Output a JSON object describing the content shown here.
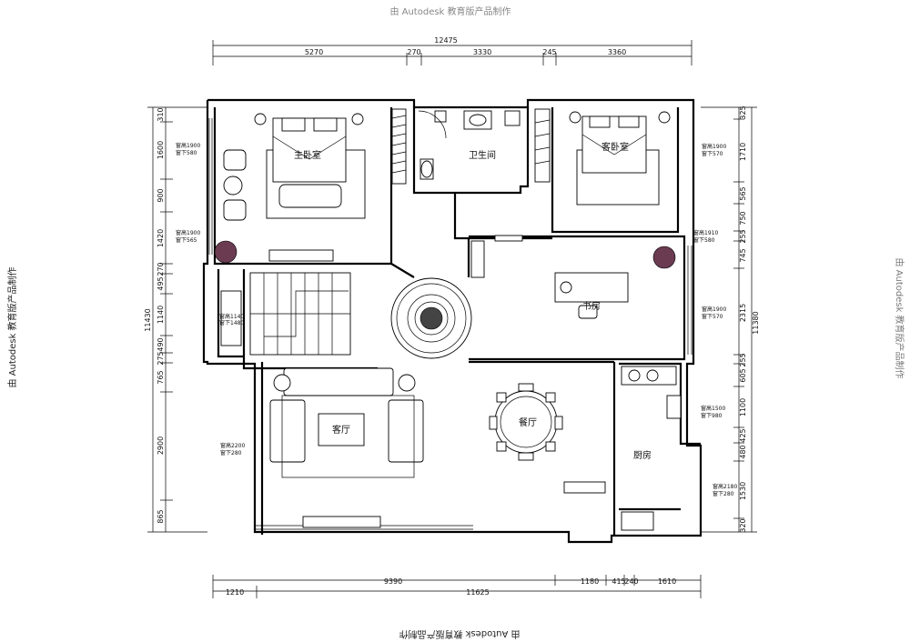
{
  "watermarks": {
    "top": "由 Autodesk 教育版产品制作",
    "bottom": "由 Autodesk 教育版产品制作",
    "left": "由 Autodesk 教育版产品制作",
    "right": "由 Autodesk 教育版产品制作"
  },
  "rooms": {
    "master_bedroom": "主卧室",
    "bathroom": "卫生间",
    "guest_bedroom": "客卧室",
    "study": "书房",
    "living_room": "客厅",
    "dining_room": "餐厅",
    "kitchen": "厨房"
  },
  "dimensions": {
    "top_total": "12475",
    "top_segments": [
      "5270",
      "270",
      "3330",
      "245",
      "3360"
    ],
    "bottom_row1": [
      "9390",
      "1180",
      "415",
      "240",
      "1610"
    ],
    "bottom_row2": [
      "1210",
      "11625"
    ],
    "left_total": "11430",
    "left_segments": [
      "310",
      "1600",
      "900",
      "1420",
      "270",
      "495",
      "1140",
      "490",
      "275",
      "765",
      "2900",
      "865"
    ],
    "right_total": "11380",
    "right_segments": [
      "325",
      "1710",
      "565",
      "750",
      "255",
      "745",
      "2315",
      "255",
      "605",
      "1100",
      "425",
      "480",
      "1530",
      "320"
    ]
  },
  "window_notes": [
    {
      "line1": "窗高1900",
      "line2": "窗下580"
    },
    {
      "line1": "窗高1900",
      "line2": "窗下565"
    },
    {
      "line1": "窗高1140",
      "line2": "窗下1480"
    },
    {
      "line1": "窗高2200",
      "line2": "窗下280"
    },
    {
      "line1": "窗高1900",
      "line2": "窗下570"
    },
    {
      "line1": "窗高1910",
      "line2": "窗下580"
    },
    {
      "line1": "窗高1900",
      "line2": "窗下570"
    },
    {
      "line1": "窗高1500",
      "line2": "窗下980"
    },
    {
      "line1": "窗高2180",
      "line2": "窗下280"
    }
  ]
}
